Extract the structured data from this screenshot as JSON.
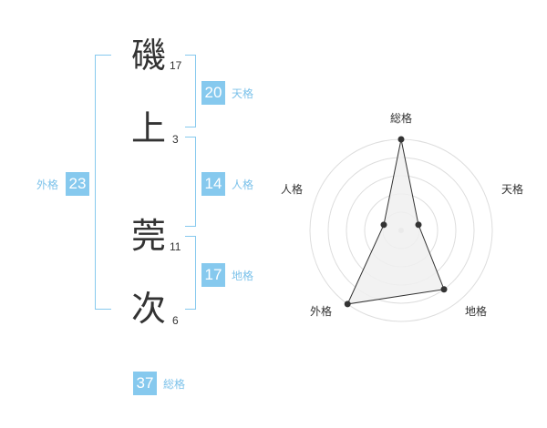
{
  "name": {
    "characters": [
      {
        "char": "磯",
        "strokes": "17"
      },
      {
        "char": "上",
        "strokes": "3"
      },
      {
        "char": "莞",
        "strokes": "11"
      },
      {
        "char": "次",
        "strokes": "6"
      }
    ]
  },
  "scores": {
    "tenkaku": {
      "label": "天格",
      "value": "20"
    },
    "jinkaku": {
      "label": "人格",
      "value": "14"
    },
    "chikaku": {
      "label": "地格",
      "value": "17"
    },
    "gaikaku": {
      "label": "外格",
      "value": "23"
    },
    "soukaku": {
      "label": "総格",
      "value": "37"
    }
  },
  "radar": {
    "axes": [
      "総格",
      "天格",
      "地格",
      "外格",
      "人格"
    ],
    "levels": 5,
    "values": [
      5,
      1,
      4,
      5,
      1
    ],
    "colors": {
      "ring": "#dddddd",
      "fill": "#f0f0f0",
      "line": "#333333",
      "point": "#333333",
      "center": "#c8c8c8"
    }
  },
  "colors": {
    "accent": "#86c9ee",
    "accent_text": "#7cc2ea",
    "text": "#333333"
  }
}
